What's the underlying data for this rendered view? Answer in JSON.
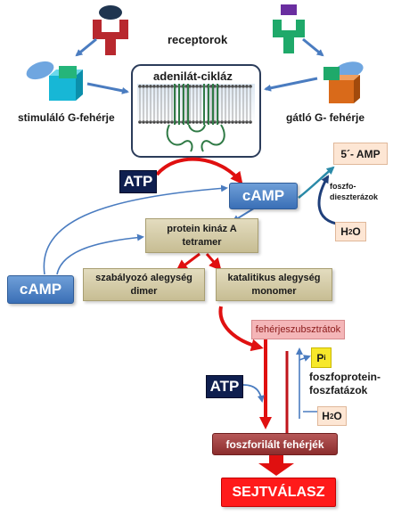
{
  "receptors_label": "receptorok",
  "adenylate_cyclase_label": "adenilát-cikláz",
  "stimulating_g_protein_label": "stimuláló G-fehérje",
  "inhibiting_g_protein_label": "gátló G- fehérje",
  "atp_label": "ATP",
  "camp_label": "cAMP",
  "amp_label": "5´- AMP",
  "phosphodiesterase_label": "foszfo-\ndieszterázok",
  "water_label": "H",
  "water_sub": "2",
  "water_tail": "O",
  "pka_label": "protein kináz A\ntetramer",
  "regulatory_label": "szabályozó alegység\ndimer",
  "catalytic_label": "katalitikus alegység\nmonomer",
  "camp_side_label": "cAMP",
  "protein_substrates_label": "fehérjeszubsztrátok",
  "pi_label": "P",
  "pi_sub": "i",
  "phosphatase_label": "foszfoprotein-\nfoszfatázok",
  "atp2_label": "ATP",
  "water2_label": "H",
  "water2_sub": "2",
  "water2_tail": "O",
  "phosphorylated_label": "foszforilált fehérjék",
  "response_label": "SEJTVÁLASZ"
}
